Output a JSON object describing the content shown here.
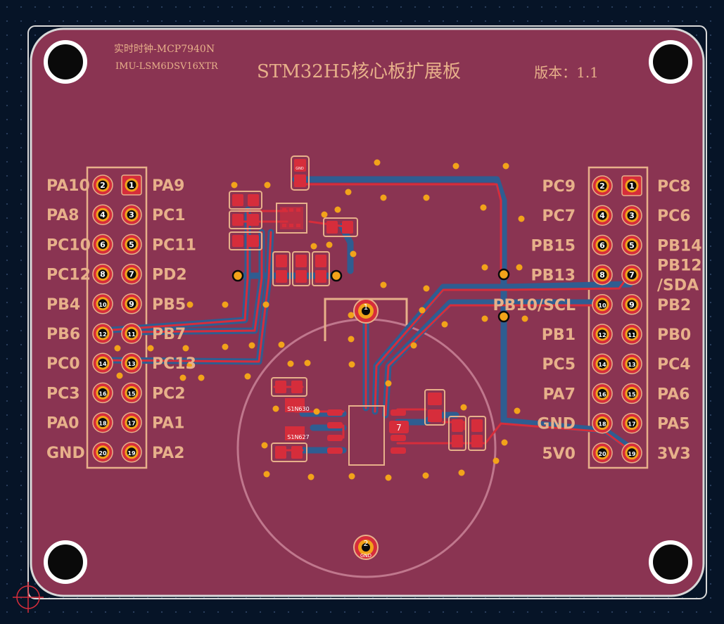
{
  "title_text": "STM32H5核心板扩展板",
  "version_text": "版本：1.1",
  "notes": [
    "实时时钟-MCP7940N",
    "IMU-LSM6DSV16XTR"
  ],
  "colors": {
    "background": "#061427",
    "board_fill": "#8a3452",
    "copper_bottom": "#2f5d91",
    "copper_top": "#d62d3b",
    "silkscreen": "#e7b08a",
    "via": "#f2a31a",
    "edge": "#d8d8d8"
  },
  "left_header": {
    "outer_labels": [
      "PA10",
      "PA8",
      "PC10",
      "PC12",
      "PB4",
      "PB6",
      "PC0",
      "PC3",
      "PA0",
      "GND"
    ],
    "inner_labels": [
      "PA9",
      "PC1",
      "PC11",
      "PD2",
      "PB5",
      "PB7",
      "PC13",
      "PC2",
      "PA1",
      "PA2"
    ],
    "outer_pins": [
      "2",
      "4",
      "6",
      "8",
      "10",
      "12",
      "14",
      "16",
      "18",
      "20"
    ],
    "inner_pins": [
      "1",
      "3",
      "5",
      "7",
      "9",
      "11",
      "13",
      "15",
      "17",
      "19"
    ]
  },
  "right_header": {
    "inner_labels": [
      "PC9",
      "PC7",
      "PB15",
      "PB13",
      "PB10/SCL",
      "PB1",
      "PC5",
      "PA7",
      "GND",
      "5V0"
    ],
    "outer_labels": [
      "PC8",
      "PC6",
      "PB14",
      "PB12\n/SDA",
      "PB2",
      "PB0",
      "PC4",
      "PA6",
      "PA5",
      "3V3"
    ],
    "inner_pins": [
      "2",
      "4",
      "6",
      "8",
      "10",
      "12",
      "14",
      "16",
      "18",
      "20"
    ],
    "outer_pins": [
      "1",
      "3",
      "5",
      "7",
      "9",
      "11",
      "13",
      "15",
      "17",
      "19"
    ]
  },
  "battery": {
    "pin_top": "1",
    "pin_bottom": "2",
    "pin_bottom_net": "GND"
  },
  "components": {
    "diode_1": "S1N630",
    "diode_2": "S1N627",
    "cap_value": "7",
    "pad_gnd": "GND"
  }
}
